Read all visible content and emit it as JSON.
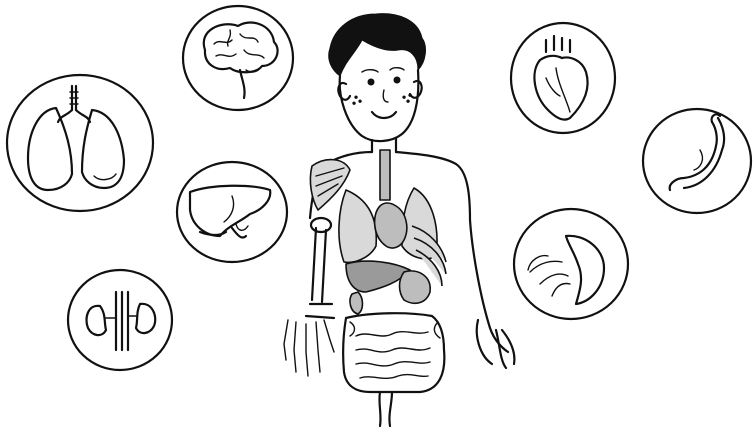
{
  "illustration": {
    "subject": "human-organs",
    "style": "hand-drawn line art",
    "colors": {
      "ink": "#111111",
      "shade": "#bdbdbd",
      "background": "#ffffff"
    },
    "organ_icons": [
      {
        "name": "brain"
      },
      {
        "name": "lungs"
      },
      {
        "name": "liver"
      },
      {
        "name": "kidneys"
      },
      {
        "name": "heart"
      },
      {
        "name": "stomach"
      },
      {
        "name": "spleen"
      }
    ]
  }
}
